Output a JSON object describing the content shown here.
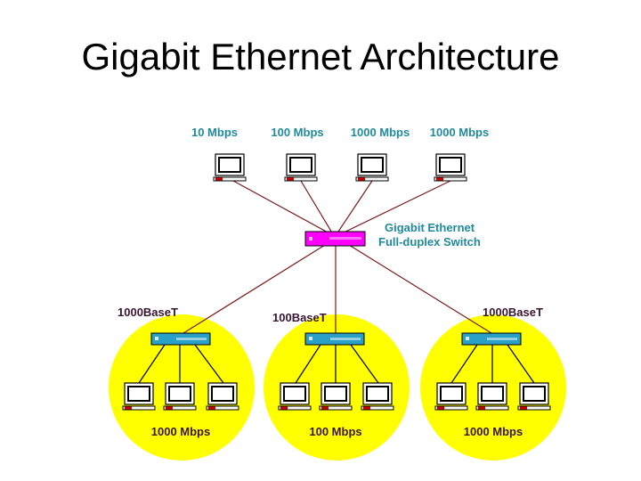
{
  "title": "Gigabit Ethernet Architecture",
  "top_speeds": [
    "10 Mbps",
    "100 Mbps",
    "1000 Mbps",
    "1000 Mbps"
  ],
  "main_switch": {
    "line1": "Gigabit Ethernet",
    "line2": "Full-duplex Switch"
  },
  "links": [
    "1000BaseT",
    "100BaseT",
    "1000BaseT"
  ],
  "segment_speeds": [
    "1000 Mbps",
    "100 Mbps",
    "1000 Mbps"
  ],
  "colors": {
    "label_teal": "#1f8a9c",
    "label_dark": "#3a1530",
    "segment_fill": "#ffff00",
    "main_switch": "#ff00ff",
    "hub": "#2aa0c8",
    "cable": "#7a1a1a"
  }
}
